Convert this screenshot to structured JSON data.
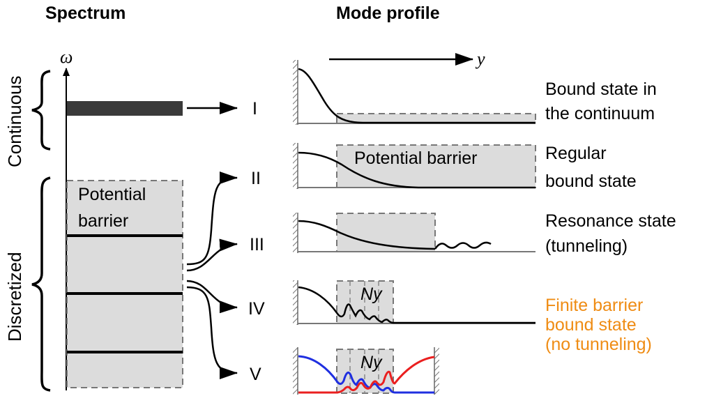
{
  "titles": {
    "spectrum": "Spectrum",
    "mode_profile": "Mode profile"
  },
  "spectrum": {
    "axis_label": "ω",
    "regions": [
      {
        "label": "Continuous"
      },
      {
        "label": "Discretized"
      }
    ],
    "barrier_label_line1": "Potential",
    "barrier_label_line2": "barrier",
    "discrete_levels_count": 3
  },
  "mode_axis_label": "y",
  "states": [
    {
      "numeral": "I",
      "description_line1": "Bound state in",
      "description_line2": "the continuum",
      "description_line3": "",
      "color": "#000000"
    },
    {
      "numeral": "II",
      "description_line1": "Regular",
      "description_line2": "bound state",
      "description_line3": "",
      "color": "#000000"
    },
    {
      "numeral": "III",
      "description_line1": "Resonance state",
      "description_line2": "(tunneling)",
      "description_line3": "",
      "color": "#000000"
    },
    {
      "numeral": "IV",
      "description_line1": "Finite barrier",
      "description_line2": "bound state",
      "description_line3": "(no tunneling)",
      "color": "#ef8c14"
    },
    {
      "numeral": "V",
      "description_line1": "",
      "description_line2": "",
      "description_line3": "",
      "color": "#000000"
    }
  ],
  "profiles": {
    "regular_barrier_label": "Potential barrier",
    "finite_barrier_label": "Ny",
    "finite_barrier_label_v": "Ny"
  },
  "colors": {
    "continuum_band": "#3a3a3a",
    "barrier_fill": "#dcdcdc",
    "highlight_text": "#ef8c14",
    "mode_blue": "#1f2fe0",
    "mode_red": "#ea1f1f"
  }
}
